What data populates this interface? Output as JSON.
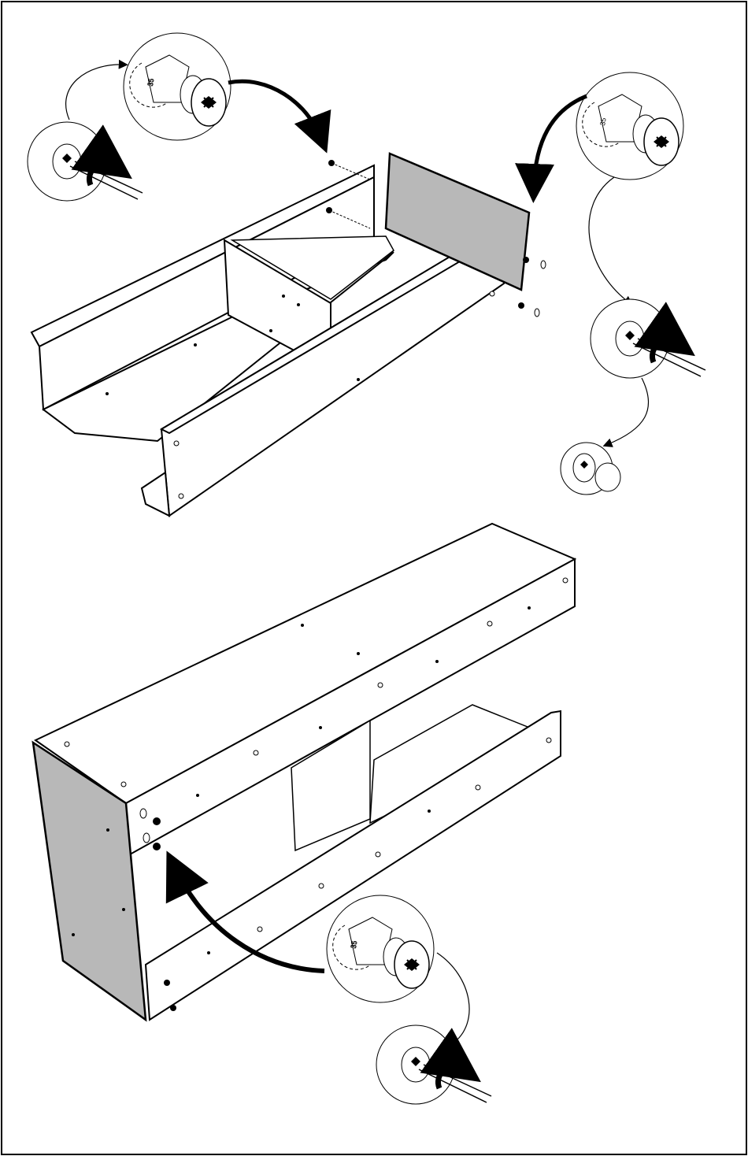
{
  "colors": {
    "line": "#000000",
    "panel_white": "#ffffff",
    "panel_grey": "#b8b8b8",
    "background": "#ffffff"
  },
  "icons": {
    "cam_lock": "cam-lock-detail",
    "screwdriver": "screwdriver-detail",
    "rotation_arrow": "curved-arrow",
    "sequence_arrow": "flow-arrow"
  },
  "callout_labels": {
    "cam_label": "35"
  }
}
